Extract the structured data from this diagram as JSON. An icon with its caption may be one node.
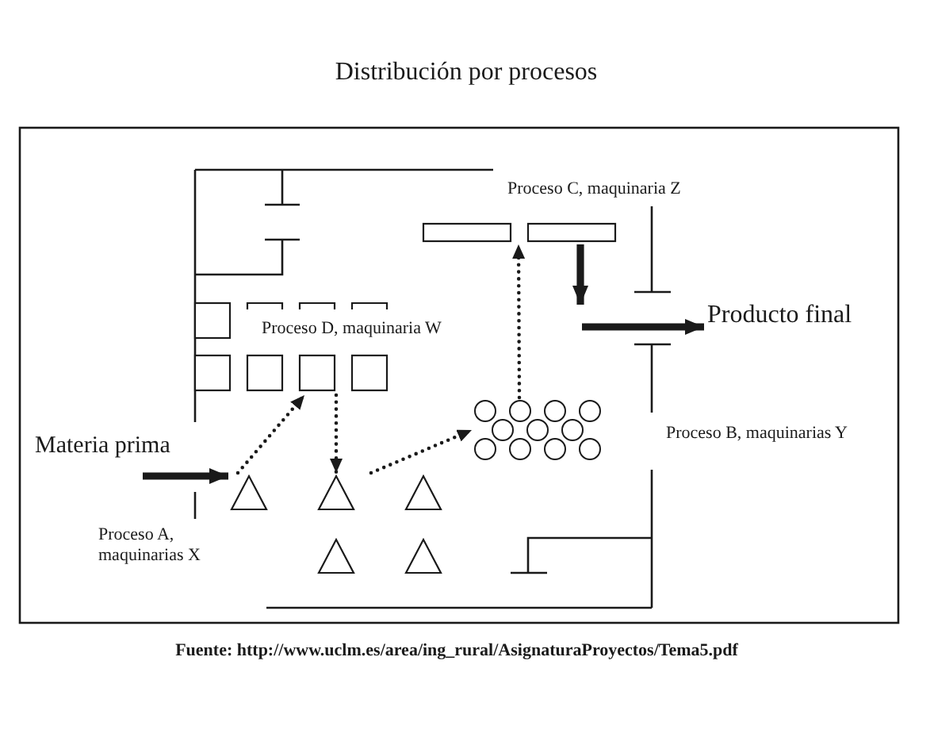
{
  "diagram": {
    "title": "Distribución por procesos",
    "caption": "Fuente: http://www.uclm.es/area/ing_rural/AsignaturaProyectos/Tema5.pdf",
    "nodes": [
      {
        "text": [],
        "shape": "bar",
        "beside": [
          "Proceso C, maquinaria Z"
        ]
      },
      {
        "text": [
          "Producto final"
        ]
      },
      {
        "text": [
          "Proceso D, maquinaria W"
        ]
      },
      {
        "text": [
          "Materia prima"
        ]
      },
      {
        "text": [],
        "shape": "circle",
        "beside": [
          "Proceso B, maquinarias Y"
        ]
      },
      {
        "text": [],
        "shape": "triangle",
        "beside": [
          "Proceso A, maquinarias X"
        ]
      }
    ],
    "edges": [
      {
        "from": 3,
        "to": 5,
        "arrow": "to",
        "style": "thick"
      },
      {
        "from": 5,
        "to": 2,
        "arrow": "to",
        "style": "dashed"
      },
      {
        "from": 2,
        "to": 5,
        "arrow": "to",
        "style": "dashed"
      },
      {
        "from": 5,
        "to": 4,
        "arrow": "to",
        "style": "dashed"
      },
      {
        "from": 4,
        "to": 0,
        "arrow": "to",
        "style": "dashed"
      },
      {
        "from": 0,
        "to": null,
        "arrow": "to",
        "style": "thick"
      },
      {
        "from": null,
        "to": 1,
        "arrow": "to",
        "style": "thick"
      }
    ]
  }
}
